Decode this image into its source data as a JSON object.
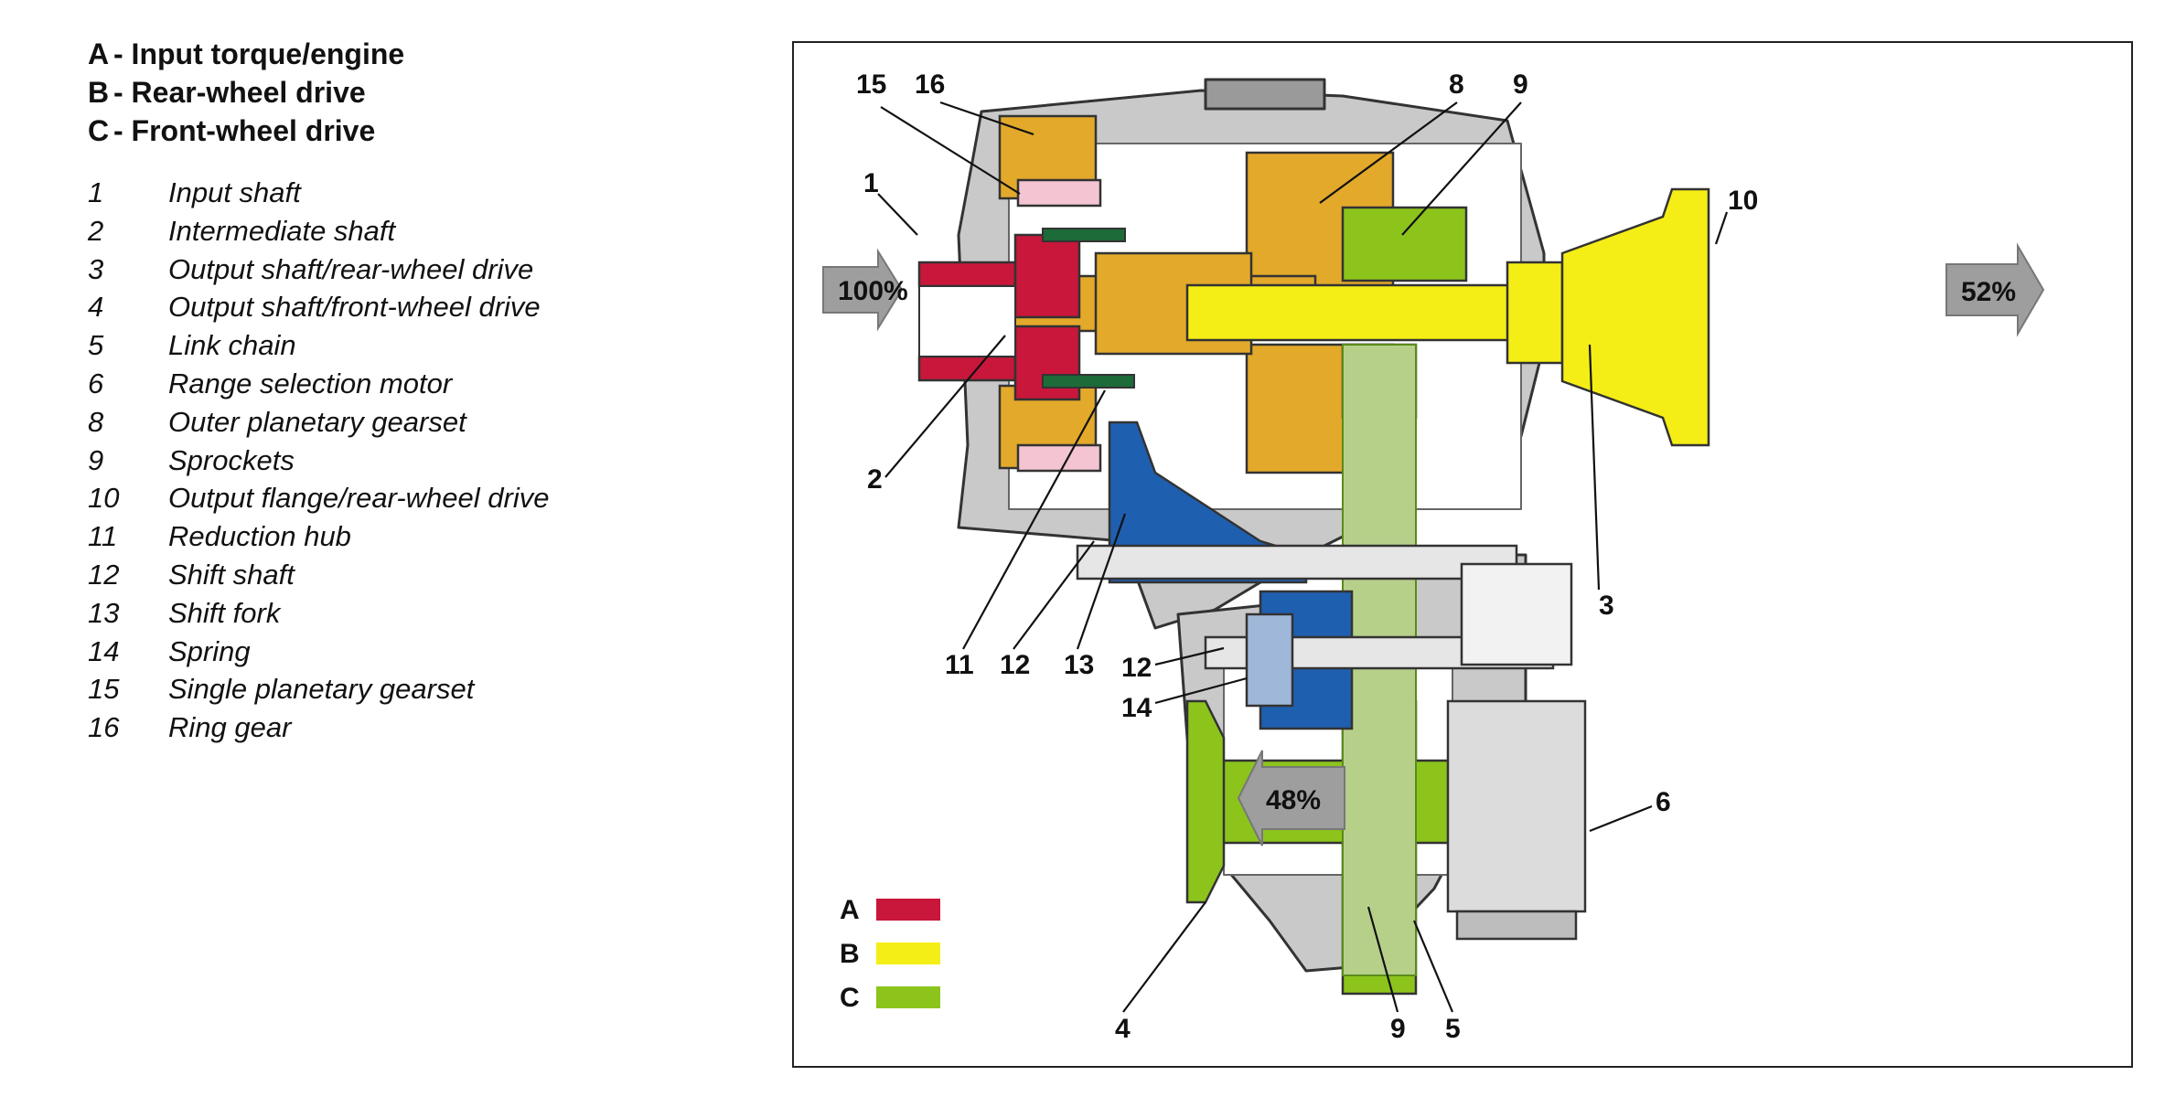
{
  "flows": [
    {
      "key": "A",
      "label": "- Input torque/engine",
      "color": "#c8173a"
    },
    {
      "key": "B",
      "label": "- Rear-wheel drive",
      "color": "#f5ee16"
    },
    {
      "key": "C",
      "label": "- Front-wheel drive",
      "color": "#8cc41c"
    }
  ],
  "parts": [
    {
      "num": "1",
      "name": "Input shaft"
    },
    {
      "num": "2",
      "name": "Intermediate shaft"
    },
    {
      "num": "3",
      "name": "Output shaft/rear-wheel drive"
    },
    {
      "num": "4",
      "name": "Output shaft/front-wheel drive"
    },
    {
      "num": "5",
      "name": "Link chain"
    },
    {
      "num": "6",
      "name": "Range selection motor"
    },
    {
      "num": "8",
      "name": "Outer planetary gearset"
    },
    {
      "num": "9",
      "name": "Sprockets"
    },
    {
      "num": "10",
      "name": "Output flange/rear-wheel drive"
    },
    {
      "num": "11",
      "name": "Reduction hub"
    },
    {
      "num": "12",
      "name": "Shift shaft"
    },
    {
      "num": "13",
      "name": "Shift fork"
    },
    {
      "num": "14",
      "name": "Spring"
    },
    {
      "num": "15",
      "name": "Single planetary gearset"
    },
    {
      "num": "16",
      "name": "Ring gear"
    }
  ],
  "torque": {
    "input": "100%",
    "rear": "52%",
    "front": "48%"
  },
  "callouts": {
    "c15": "15",
    "c16": "16",
    "c8": "8",
    "c9a": "9",
    "c10": "10",
    "c1": "1",
    "c2": "2",
    "c11": "11",
    "c12a": "12",
    "c13": "13",
    "c12b": "12",
    "c14": "14",
    "c3": "3",
    "c6": "6",
    "c4": "4",
    "c9b": "9",
    "c5": "5"
  },
  "colors": {
    "housing": "#c9c9c9",
    "gear_orange": "#e3a92a",
    "pink": "#f4c4d2",
    "blue": "#1f5fb0",
    "dark_green": "#1e6b3a",
    "motor_gray": "#dcdcdc"
  }
}
